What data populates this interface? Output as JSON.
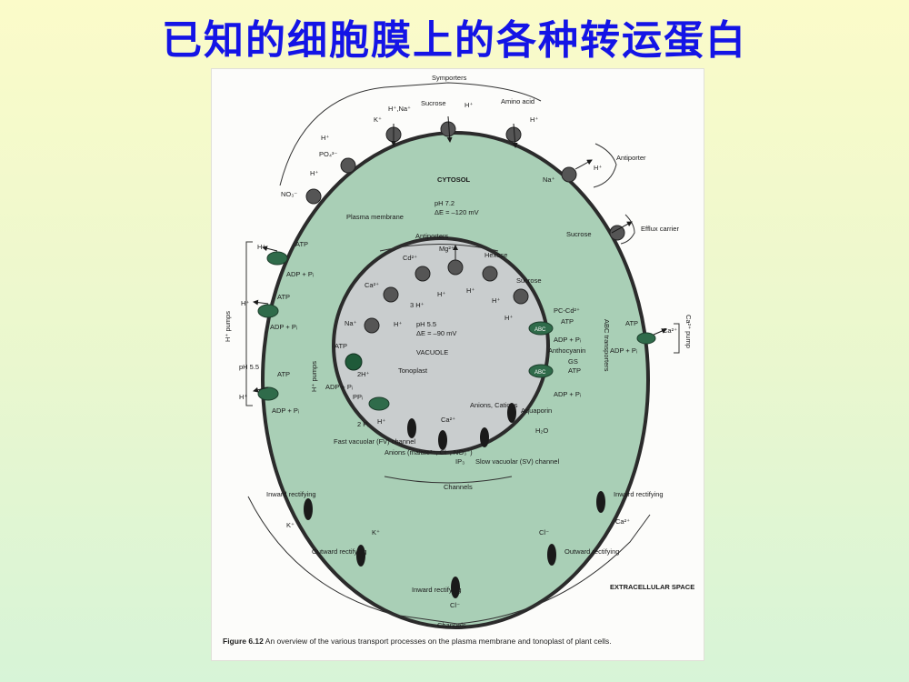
{
  "slide_title": "已知的细胞膜上的各种转运蛋白",
  "colors": {
    "title": "#1414e6",
    "cytosol": "#a9cfb6",
    "vacuole": "#c9cdce",
    "membrane": "#2b2b2b",
    "pump": "#2f6b4a"
  },
  "figure": {
    "caption_label": "Figure 6.12",
    "caption_text": "An overview of the various transport processes on the plasma membrane and tonoplast of plant cells.",
    "labels": {
      "symporters": "Symporters",
      "antiporter": "Antiporter",
      "efflux_carrier": "Efflux carrier",
      "cytosol": "CYTOSOL",
      "cytosol_ph": "pH 7.2",
      "cytosol_de": "ΔE = –120 mV",
      "plasma_membrane": "Plasma membrane",
      "antiporters": "Antiporters",
      "vacuole": "VACUOLE",
      "vacuole_ph": "pH 5.5",
      "vacuole_de": "ΔE = –90 mV",
      "tonoplast": "Tonoplast",
      "h_pumps_left": "H⁺ pumps",
      "h_pumps_inner": "H⁺ pumps",
      "ph_outside": "pH 5.5",
      "abc_transporters": "ABC transporters",
      "ca_pump": "Ca²⁺ pump",
      "fast_vacuolar": "Fast vacuolar (FV) channel",
      "slow_vacuolar": "Slow vacuolar (SV) channel",
      "anions_malate": "Anions (malate²⁻, Cl⁻, NO₃⁻)",
      "channels_inner": "Channels",
      "channels_outer": "Channels",
      "extracellular": "EXTRACELLULAR SPACE",
      "inward_rect_left": "Inward rectifying",
      "inward_rect_right": "Inward rectifying",
      "inward_rect_bottom": "Inward rectifying",
      "outward_rect_left": "Outward rectifying",
      "outward_rect_right": "Outward rectifying",
      "aquaporin": "Aquaporin",
      "anions_cations": "Anions, Cations"
    },
    "ions": {
      "k": "K⁺",
      "hna": "H⁺,Na⁺",
      "sucrose": "Sucrose",
      "h": "H⁺",
      "amino_acid": "Amino acid",
      "po4": "PO₄³⁻",
      "no3": "NO₃⁻",
      "na": "Na⁺",
      "cd": "Cd²⁺",
      "mg": "Mg²⁺",
      "hexose": "Hexose",
      "ca": "Ca²⁺",
      "three_h": "3 H⁺",
      "pc_cd": "PC-Cd²⁺",
      "atp": "ATP",
      "adp_pi": "ADP + Pᵢ",
      "anthocyanin": "Anthocyanin",
      "gs": "GS",
      "two_h": "2H⁺",
      "ppi": "PPᵢ",
      "two_pi": "2 Pᵢ",
      "ip3": "IP₃",
      "h2o": "H₂O",
      "cl": "Cl⁻",
      "abc": "ABC"
    }
  }
}
